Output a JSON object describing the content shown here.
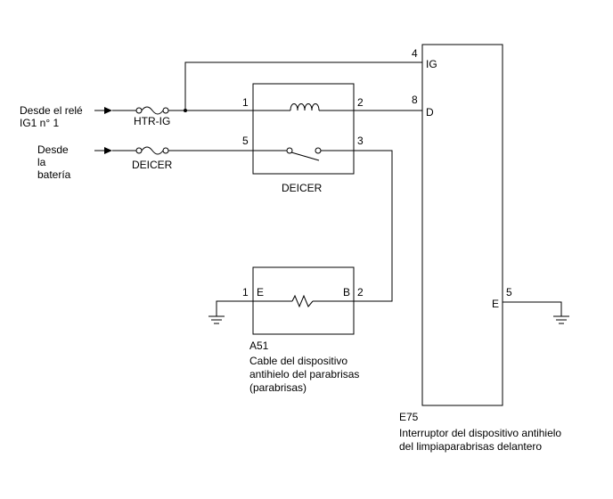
{
  "sources": {
    "relay_line1": "Desde el relé",
    "relay_line2": "IG1 n° 1",
    "battery_line1": "Desde",
    "battery_line2": "la",
    "battery_line3": "batería"
  },
  "fuses": {
    "htr_ig": "HTR-IG",
    "deicer": "DEICER"
  },
  "relay": {
    "name": "DEICER",
    "pin1": "1",
    "pin2": "2",
    "pin3": "3",
    "pin5": "5"
  },
  "a51": {
    "code": "A51",
    "desc_line1": "Cable del dispositivo",
    "desc_line2": "antihielo del parabrisas",
    "desc_line3": "(parabrisas)",
    "pin1": "1",
    "pin1_label": "E",
    "pin2": "2",
    "pin2_label": "B"
  },
  "e75": {
    "code": "E75",
    "desc_line1": "Interruptor del dispositivo antihielo",
    "desc_line2": "del limpiaparabrisas delantero",
    "pin4": "4",
    "pin4_label": "IG",
    "pin8": "8",
    "pin8_label": "D",
    "pin5": "5",
    "pin5_label": "E"
  }
}
